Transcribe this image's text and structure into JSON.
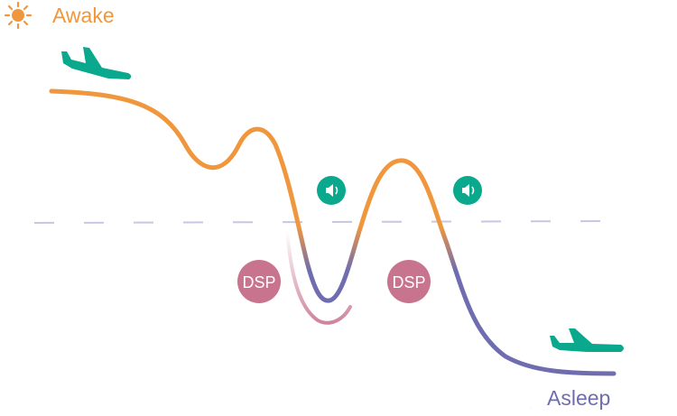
{
  "labels": {
    "awake": "Awake",
    "asleep": "Asleep",
    "dsp1": "DSP",
    "dsp2": "DSP"
  },
  "icons": [
    "sun-icon",
    "moon-icon",
    "airplane-takeoff-icon",
    "airplane-landing-icon",
    "speaker-icon"
  ],
  "colors": {
    "awake": "#f0973d",
    "asleep": "#6f6db0",
    "plane": "#0aa88c",
    "dsp": "#c9748f",
    "threshold": "#c8c6e2"
  }
}
